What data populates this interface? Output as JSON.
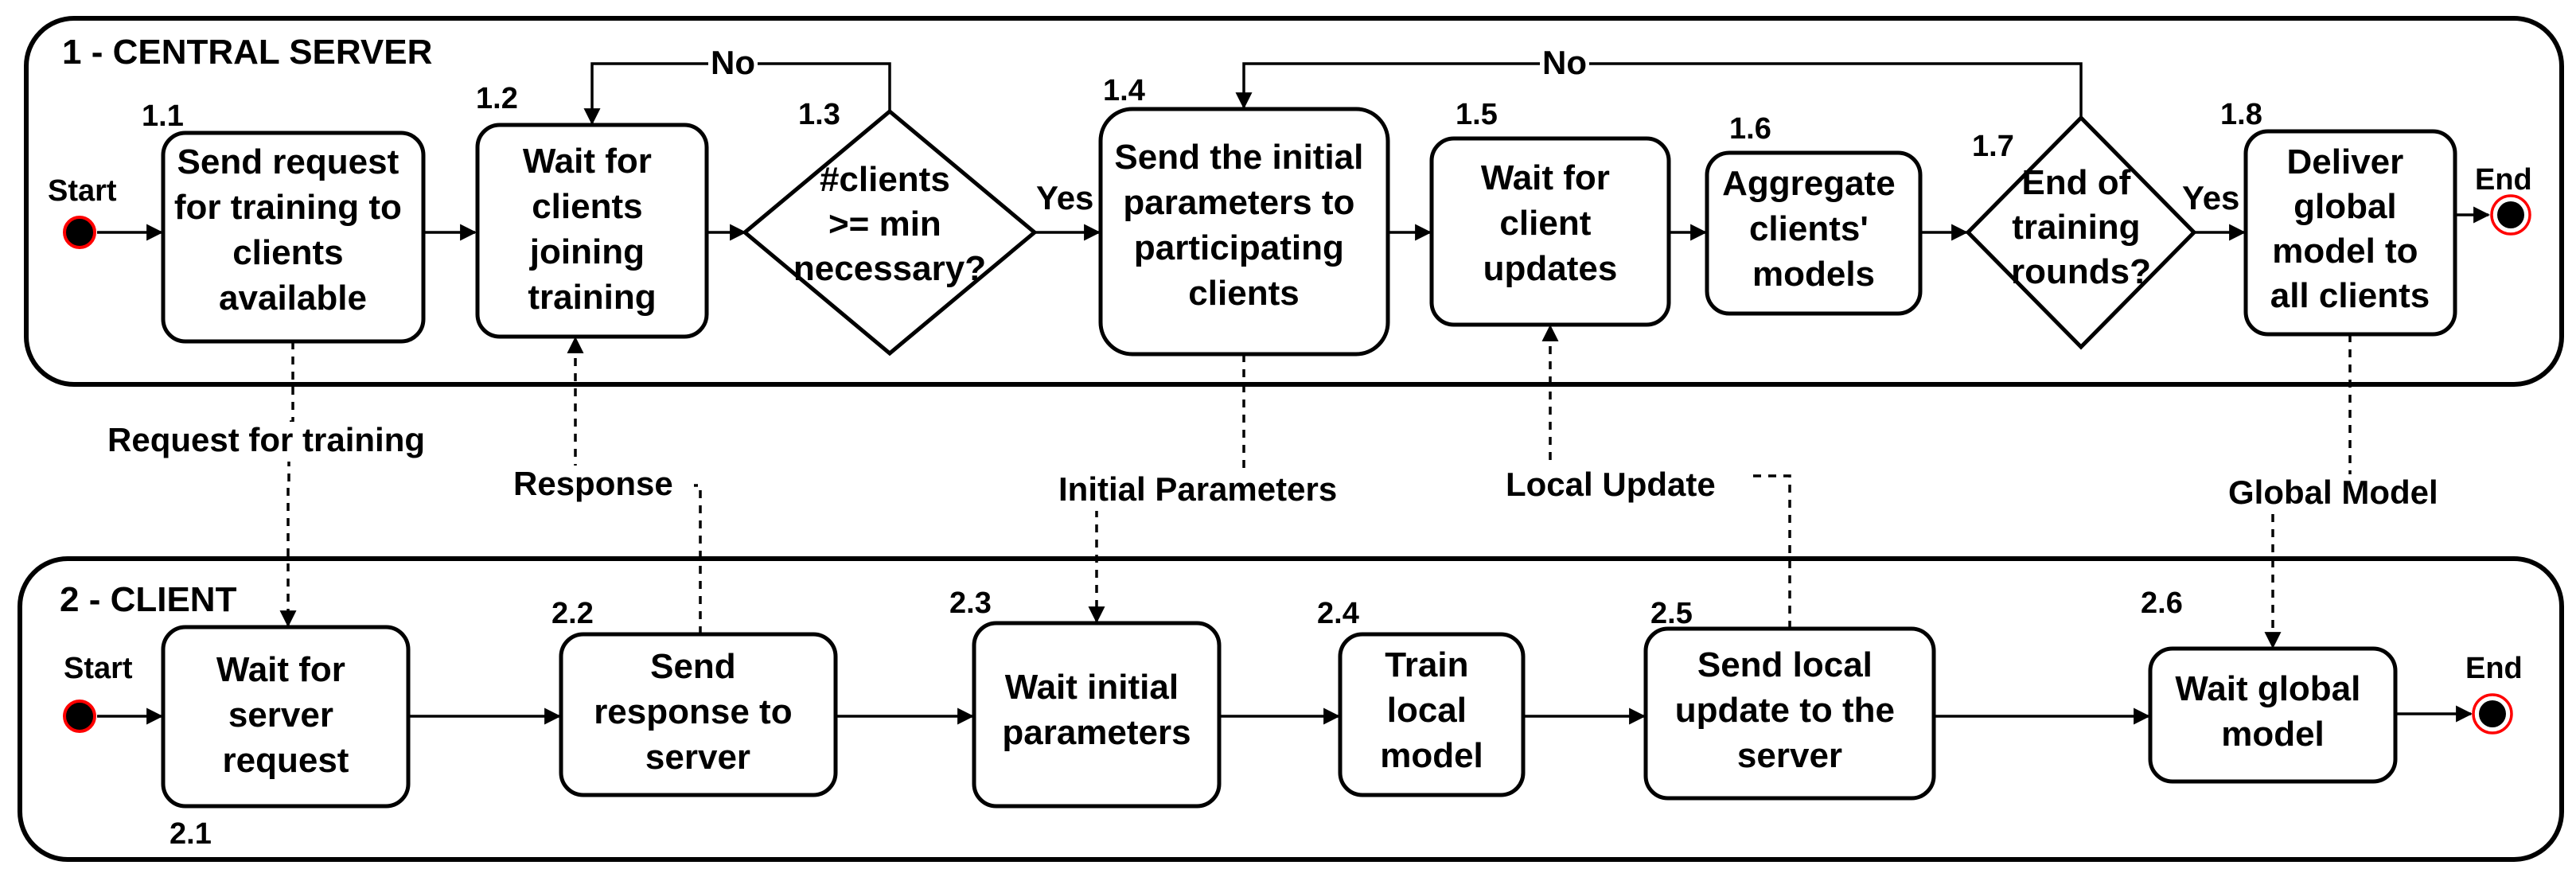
{
  "lanes": {
    "server": {
      "title": "1 - CENTRAL SERVER"
    },
    "client": {
      "title": "2 - CLIENT"
    }
  },
  "terminals": {
    "start": "Start",
    "end": "End"
  },
  "decisions": {
    "yes": "Yes",
    "no": "No"
  },
  "server_steps": [
    {
      "num": "1.1",
      "lines": [
        "Send request",
        "for training to",
        "clients",
        "available"
      ]
    },
    {
      "num": "1.2",
      "lines": [
        "Wait for",
        "clients",
        "joining",
        "training"
      ]
    },
    {
      "num": "1.3",
      "lines": [
        "#clients",
        ">= min",
        "necessary?"
      ]
    },
    {
      "num": "1.4",
      "lines": [
        "Send the initial",
        "parameters to",
        "participating",
        "clients"
      ]
    },
    {
      "num": "1.5",
      "lines": [
        "Wait for",
        "client",
        "updates"
      ]
    },
    {
      "num": "1.6",
      "lines": [
        "Aggregate",
        "clients'",
        "models"
      ]
    },
    {
      "num": "1.7",
      "lines": [
        "End of",
        "training",
        "rounds?"
      ]
    },
    {
      "num": "1.8",
      "lines": [
        "Deliver",
        "global",
        "model to",
        "all clients"
      ]
    }
  ],
  "client_steps": [
    {
      "num": "2.1",
      "lines": [
        "Wait for",
        "server",
        "request"
      ]
    },
    {
      "num": "2.2",
      "lines": [
        "Send",
        "response to",
        "server"
      ]
    },
    {
      "num": "2.3",
      "lines": [
        "Wait initial",
        "parameters"
      ]
    },
    {
      "num": "2.4",
      "lines": [
        "Train",
        "local",
        "model"
      ]
    },
    {
      "num": "2.5",
      "lines": [
        "Send local",
        "update to the",
        "server"
      ]
    },
    {
      "num": "2.6",
      "lines": [
        "Wait global",
        "model"
      ]
    }
  ],
  "messages": {
    "request": "Request for training",
    "response": "Response",
    "initial": "Initial Parameters",
    "local": "Local Update",
    "global": "Global Model"
  }
}
